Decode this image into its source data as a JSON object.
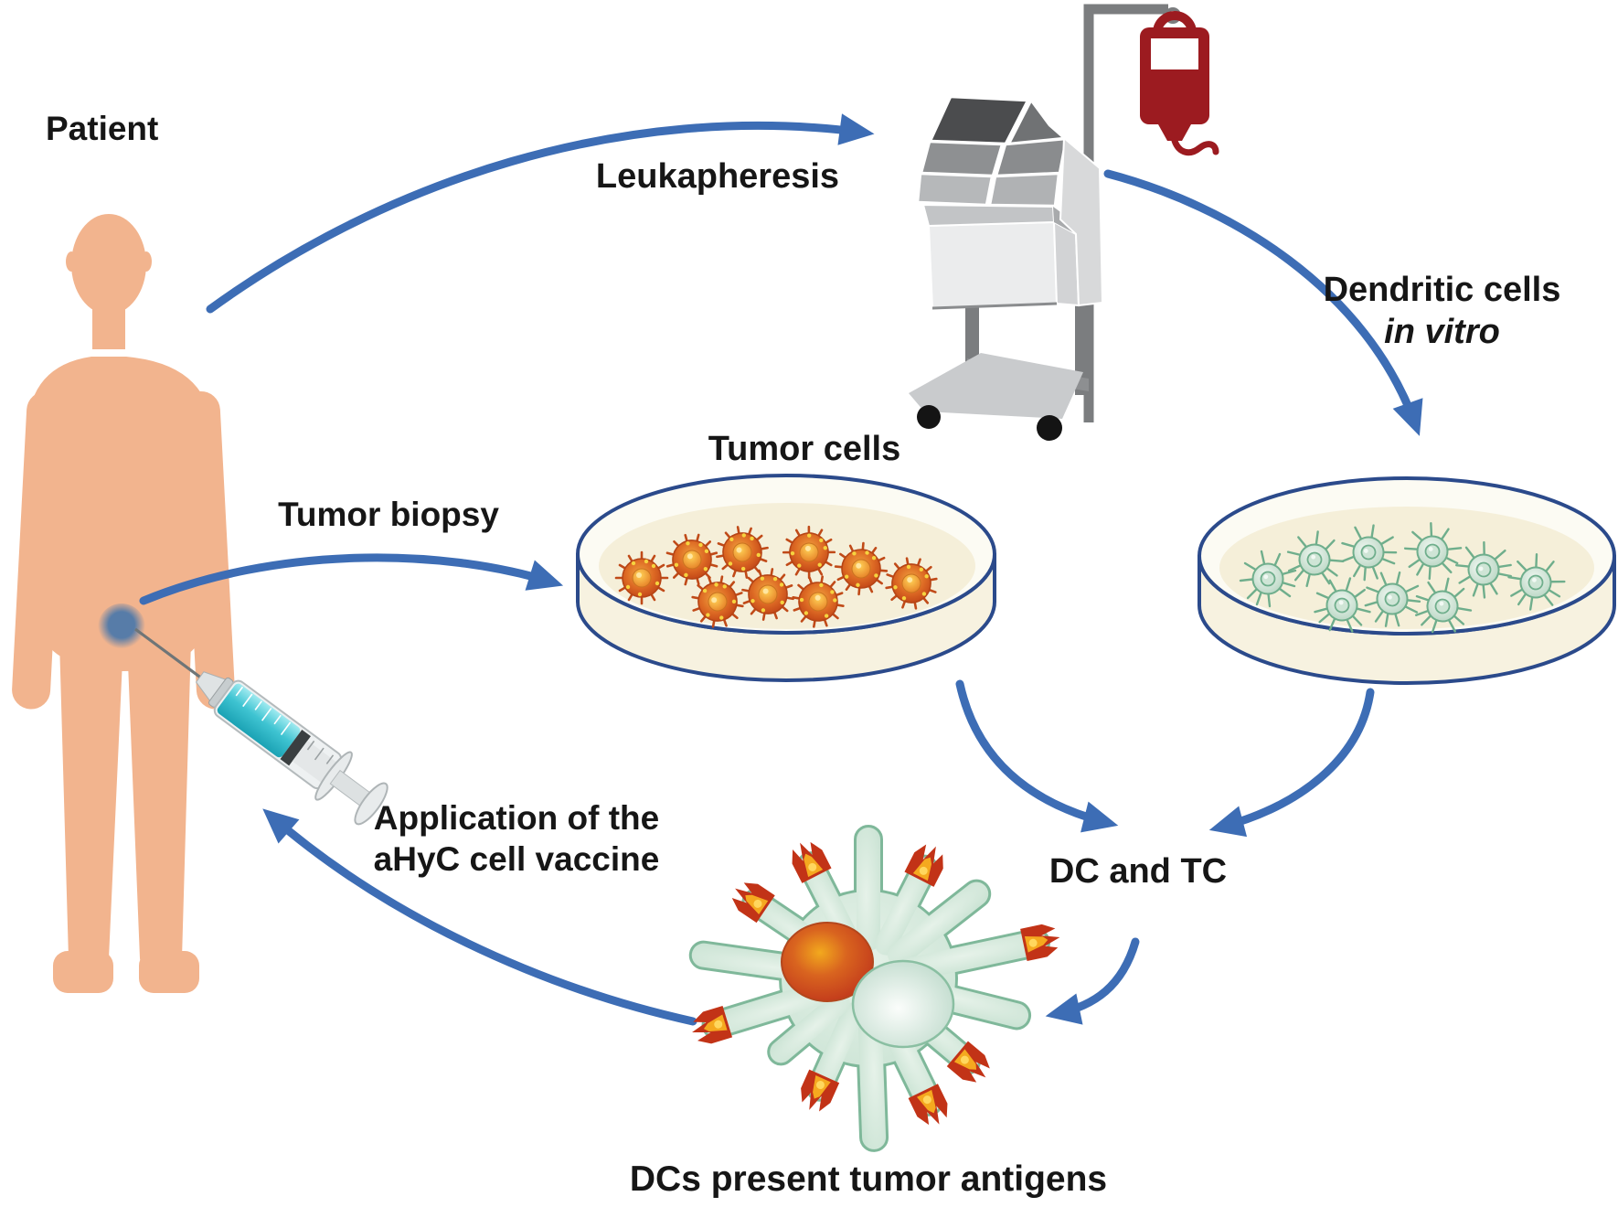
{
  "labels": {
    "patient": "Patient",
    "leukapheresis": "Leukapheresis",
    "dendritic_cells": "Dendritic cells",
    "in_vitro": "in vitro",
    "tumor_cells": "Tumor cells",
    "tumor_biopsy": "Tumor biopsy",
    "dc_and_tc": "DC and TC",
    "application_line1": "Application of the",
    "application_line2": "aHyC cell vaccine",
    "dcs_present_tumor_antigens": "DCs present tumor antigens"
  },
  "colors": {
    "arrow_blue": "#3d6db5",
    "skin": "#f2b48e",
    "label_text": "#161616",
    "dish_outline": "#2b4a8b",
    "dish_fill": "#f7f2e0",
    "tumor_cell_orange": "#cd4f1c",
    "dendritic_cell_green": "#c2dccb",
    "blood_bag_red": "#9c1b20",
    "machine_grey": "#d8d9da",
    "tumor_spot_blue": "#577ca8"
  },
  "illustrations": {
    "patient_figure": "human-body-silhouette",
    "machine": "leukapheresis-machine-on-cart",
    "blood_bag": "blood-bag-on-iv-pole",
    "left_dish": "petri-dish-with-tumor-cells",
    "right_dish": "petri-dish-with-dendritic-cells",
    "syringe": "syringe-with-vaccine",
    "big_cell": "dendritic-cell-presenting-tumor-antigens"
  }
}
